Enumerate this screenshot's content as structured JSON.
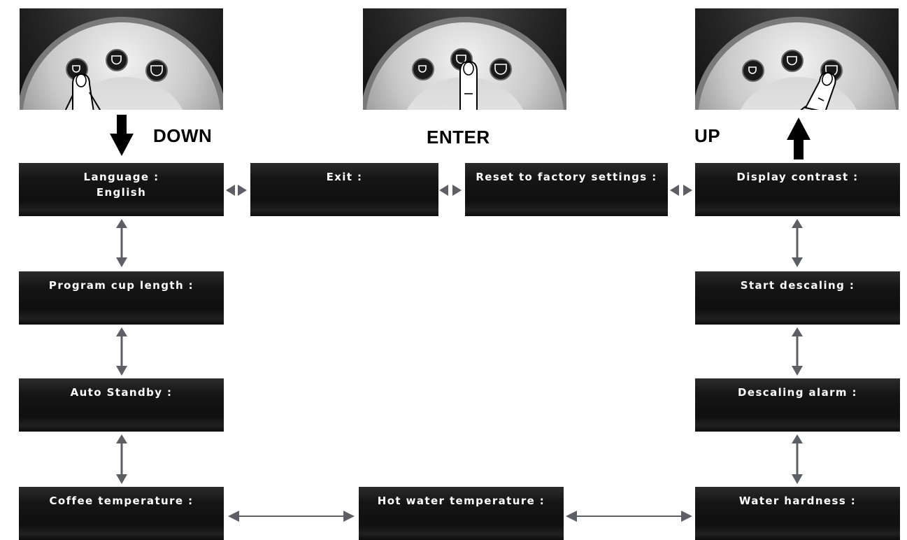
{
  "buttons": {
    "down_label": "DOWN",
    "enter_label": "ENTER",
    "up_label": "UP"
  },
  "menu": {
    "language_label": "Language :",
    "language_value": "English",
    "exit": "Exit :",
    "reset": "Reset to factory settings :",
    "display_contrast": "Display contrast :",
    "program_cup_length": "Program cup length :",
    "start_descaling": "Start descaling :",
    "auto_standby": "Auto Standby :",
    "descaling_alarm": "Descaling alarm :",
    "coffee_temperature": "Coffee temperature :",
    "hot_water_temperature": "Hot water temperature :",
    "water_hardness": "Water hardness :"
  },
  "colors": {
    "connector": "#5e5e66",
    "arrow": "#000000",
    "screen_text": "#ffffff"
  },
  "icons": {
    "panel_buttons": [
      "small-cup-icon",
      "medium-cup-icon",
      "large-cup-icon"
    ],
    "finger": "finger-press-icon"
  }
}
